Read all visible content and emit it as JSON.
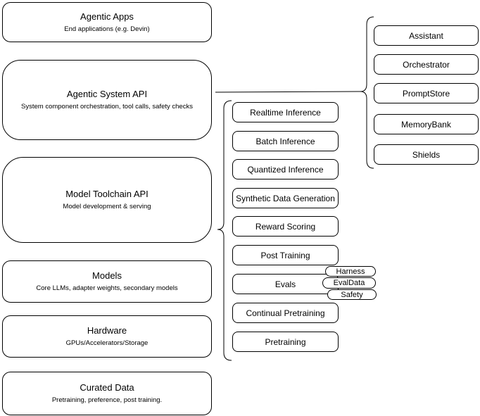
{
  "canvas": {
    "background": "#ffffff",
    "stroke": "#000000",
    "fill": "#ffffff"
  },
  "left_stack": [
    {
      "title": "Agentic Apps",
      "subtitle": "End applications (e.g. Devin)"
    },
    {
      "title": "Agentic System API",
      "subtitle": "System component orchestration, tool calls, safety checks"
    },
    {
      "title": "Model Toolchain API",
      "subtitle": "Model development & serving"
    },
    {
      "title": "Models",
      "subtitle": "Core LLMs, adapter weights, secondary models"
    },
    {
      "title": "Hardware",
      "subtitle": "GPUs/Accelerators/Storage"
    },
    {
      "title": "Curated Data",
      "subtitle": "Pretraining, preference, post training."
    }
  ],
  "toolchain_group": {
    "items": [
      "Realtime Inference",
      "Batch Inference",
      "Quantized Inference",
      "Synthetic Data Generation",
      "Reward Scoring",
      "Post Training",
      "Evals",
      "Continual Pretraining",
      "Pretraining"
    ],
    "evals_tags": [
      "Harness",
      "EvalData",
      "Safety"
    ]
  },
  "system_group": {
    "items": [
      "Assistant",
      "Orchestrator",
      "PromptStore",
      "MemoryBank",
      "Shields"
    ]
  }
}
